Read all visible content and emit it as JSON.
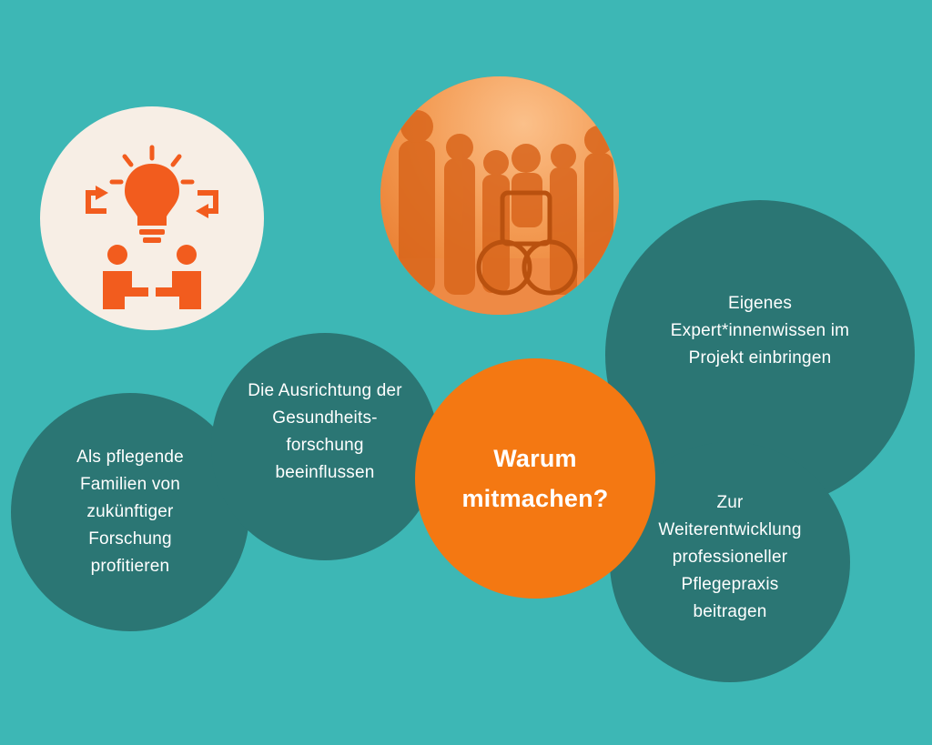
{
  "center": {
    "text": "Warum\nmitmachen?"
  },
  "bubbles": [
    {
      "id": "profitieren",
      "text": "Als pflegende\nFamilien von\nzukünftiger\nForschung\nprofitieren"
    },
    {
      "id": "ausrichtung",
      "text": "Die Ausrichtung der\nGesundheits-\nforschung\nbeeinflussen"
    },
    {
      "id": "expertenwissen",
      "text": "Eigenes\nExpert*innenwissen im\nProjekt einbringen"
    },
    {
      "id": "pflegepraxis",
      "text": "Zur\nWeiterentwicklung\nprofessioneller\nPflegepraxis\nbeitragen"
    }
  ],
  "colors": {
    "background": "#3db7b5",
    "dark_bubble": "#2b7674",
    "accent_orange": "#f47812",
    "icon_bg": "#f7eee5",
    "icon_orange": "#f25c1e"
  },
  "icons": {
    "collaboration": "idea-collaboration-icon",
    "photo": "family-wheelchair-photo"
  }
}
